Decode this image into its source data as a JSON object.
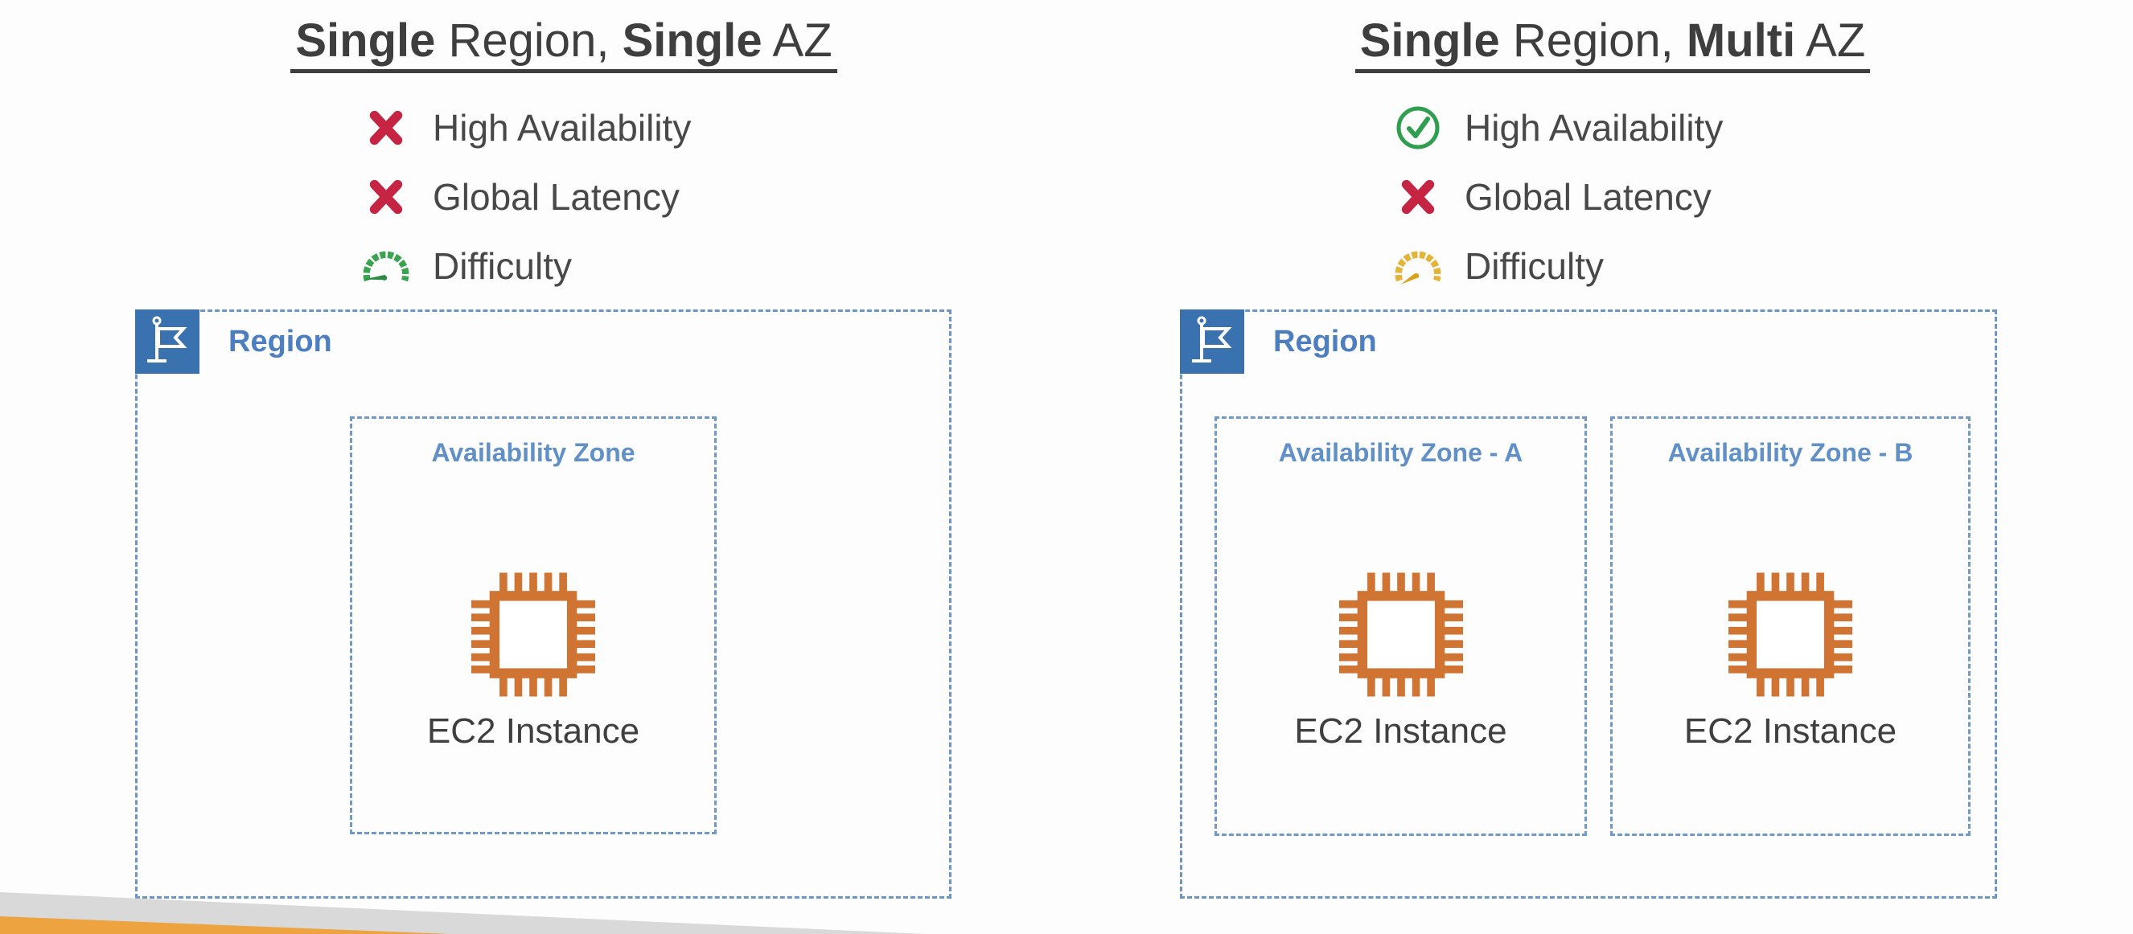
{
  "left_panel": {
    "title_parts": [
      {
        "text": "Single",
        "bold": true
      },
      {
        "text": " Region, ",
        "bold": false
      },
      {
        "text": "Single",
        "bold": true
      },
      {
        "text": " AZ",
        "bold": false
      }
    ],
    "checklist": [
      {
        "icon": "cross-icon",
        "label": "High Availability"
      },
      {
        "icon": "cross-icon",
        "label": "Global Latency"
      },
      {
        "icon": "gauge-low-icon",
        "label": "Difficulty"
      }
    ],
    "region": {
      "icon": "region-flag-icon",
      "label": "Region",
      "availability_zones": [
        {
          "label": "Availability Zone",
          "instance_icon": "ec2-chip-icon",
          "instance_label": "EC2 Instance"
        }
      ]
    }
  },
  "right_panel": {
    "title_parts": [
      {
        "text": "Single",
        "bold": true
      },
      {
        "text": " Region, ",
        "bold": false
      },
      {
        "text": "Multi",
        "bold": true
      },
      {
        "text": " AZ",
        "bold": false
      }
    ],
    "checklist": [
      {
        "icon": "check-circle-icon",
        "label": "High Availability"
      },
      {
        "icon": "cross-icon",
        "label": "Global Latency"
      },
      {
        "icon": "gauge-medium-icon",
        "label": "Difficulty"
      }
    ],
    "region": {
      "icon": "region-flag-icon",
      "label": "Region",
      "availability_zones": [
        {
          "label": "Availability Zone - A",
          "instance_icon": "ec2-chip-icon",
          "instance_label": "EC2 Instance"
        },
        {
          "label": "Availability Zone - B",
          "instance_icon": "ec2-chip-icon",
          "instance_label": "EC2 Instance"
        }
      ]
    }
  },
  "colors": {
    "panel_border_blue": "#6d95c2",
    "flag_square_blue": "#3a72b0",
    "region_label_blue": "#4d7ebf",
    "az_label_blue": "#6090c5",
    "heading_text": "#3e3e3e",
    "body_text": "#484848",
    "cross_red": "#c52443",
    "check_green": "#2f9e4f",
    "gauge_green": "#3aa34f",
    "gauge_yellow": "#e4b439",
    "ec2_orange": "#cf7433",
    "footer_wedge_gray": "#d9d9d9",
    "footer_wedge_orange": "#eda33f"
  }
}
